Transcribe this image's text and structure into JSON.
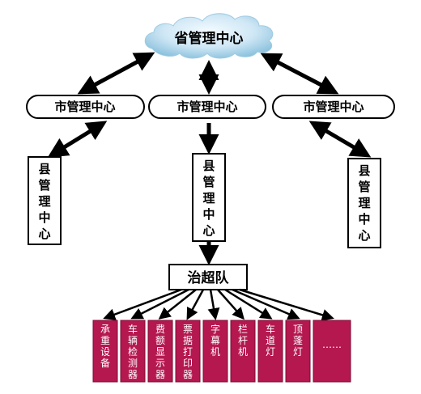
{
  "province": {
    "label": "省管理中心"
  },
  "cities": [
    {
      "label": "市管理中心"
    },
    {
      "label": "市管理中心"
    },
    {
      "label": "市管理中心"
    }
  ],
  "counties": [
    {
      "label": "县管理中心"
    },
    {
      "label": "县管理中心"
    },
    {
      "label": "县管理中心"
    }
  ],
  "team": {
    "label": "治超队"
  },
  "devices": [
    {
      "label": "承重设备"
    },
    {
      "label": "车辆检测器"
    },
    {
      "label": "费额显示器"
    },
    {
      "label": "票据打印器"
    },
    {
      "label": "字幕机"
    },
    {
      "label": "栏杆机"
    },
    {
      "label": "车道灯"
    },
    {
      "label": "顶蓬灯"
    },
    {
      "label": "……"
    }
  ],
  "colors": {
    "cloud_light": "#e8f4fb",
    "cloud_dark": "#86bfdc",
    "device_fill": "#b5174f",
    "device_stroke": "#7a0d33",
    "line": "#000000"
  }
}
